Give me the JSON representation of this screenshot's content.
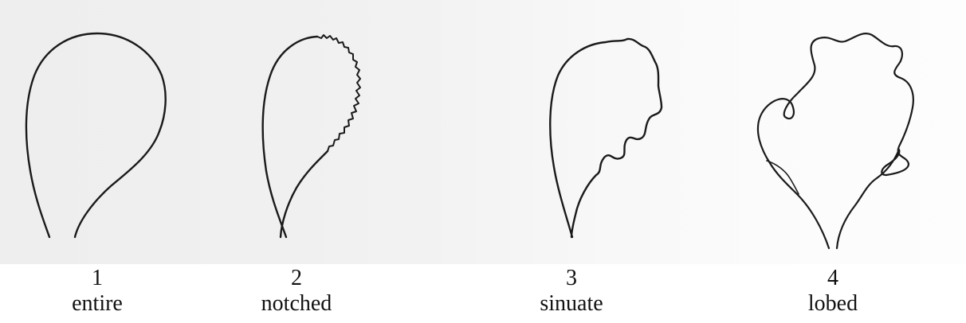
{
  "figures": [
    {
      "number": "1",
      "label": "entire"
    },
    {
      "number": "2",
      "label": "notched"
    },
    {
      "number": "3",
      "label": "sinuate"
    },
    {
      "number": "4",
      "label": "lobed"
    }
  ],
  "colors": {
    "line": "#1a1a1a",
    "text": "#111111",
    "scan_background": "#f0f0f0"
  }
}
